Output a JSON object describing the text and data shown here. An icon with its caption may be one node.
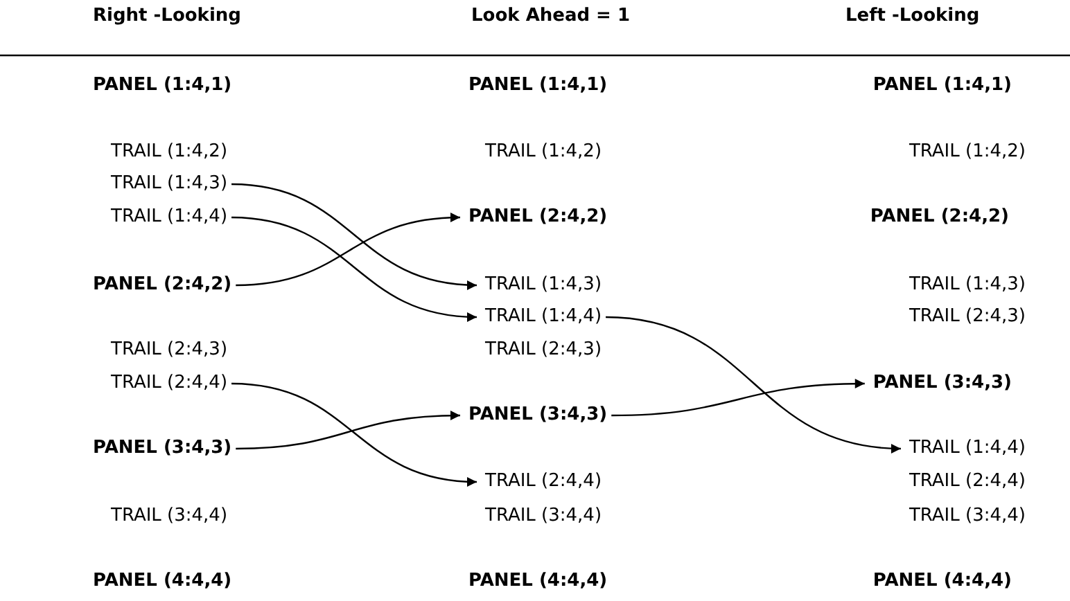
{
  "diagram": {
    "nodes": [
      {
        "text": [
          "PANEL (1:4,1)"
        ]
      },
      {
        "text": [
          "TRAIL (1:4,2)"
        ]
      },
      {
        "text": [
          "TRAIL (1:4,3)"
        ]
      },
      {
        "text": [
          "TRAIL (1:4,4)"
        ]
      },
      {
        "text": [
          "PANEL (2:4,2)"
        ]
      },
      {
        "text": [
          "TRAIL (2:4,3)"
        ]
      },
      {
        "text": [
          "TRAIL (2:4,4)"
        ]
      },
      {
        "text": [
          "PANEL (3:4,3)"
        ]
      },
      {
        "text": [
          "TRAIL (3:4,4)"
        ]
      },
      {
        "text": [
          "PANEL (4:4,4)"
        ]
      },
      {
        "text": [
          "PANEL (1:4,1)"
        ]
      },
      {
        "text": [
          "TRAIL (1:4,2)"
        ]
      },
      {
        "text": [
          "PANEL (2:4,2)"
        ]
      },
      {
        "text": [
          "TRAIL (1:4,3)"
        ]
      },
      {
        "text": [
          "TRAIL (1:4,4)"
        ]
      },
      {
        "text": [
          "TRAIL (2:4,3)"
        ]
      },
      {
        "text": [
          "PANEL (3:4,3)"
        ]
      },
      {
        "text": [
          "TRAIL (2:4,4)"
        ]
      },
      {
        "text": [
          "TRAIL (3:4,4)"
        ]
      },
      {
        "text": [
          "PANEL (4:4,4)"
        ]
      },
      {
        "text": [
          "PANEL (1:4,1)"
        ]
      },
      {
        "text": [
          "TRAIL (1:4,2)"
        ]
      },
      {
        "text": [
          "PANEL (2:4,2)"
        ]
      },
      {
        "text": [
          "TRAIL (1:4,3)"
        ]
      },
      {
        "text": [
          "TRAIL (2:4,3)"
        ]
      },
      {
        "text": [
          "PANEL (3:4,3)"
        ]
      },
      {
        "text": [
          "TRAIL (1:4,4)"
        ]
      },
      {
        "text": [
          "TRAIL (2:4,4)"
        ]
      },
      {
        "text": [
          "TRAIL (3:4,4)"
        ]
      },
      {
        "text": [
          "PANEL (4:4,4)"
        ]
      }
    ],
    "edges": [
      {
        "from": 2,
        "to": 13,
        "arrow": "to"
      },
      {
        "from": 3,
        "to": 14,
        "arrow": "to"
      },
      {
        "from": 4,
        "to": 12,
        "arrow": "to"
      },
      {
        "from": 6,
        "to": 17,
        "arrow": "to"
      },
      {
        "from": 7,
        "to": 16,
        "arrow": "to"
      },
      {
        "from": 14,
        "to": 26,
        "arrow": "to"
      },
      {
        "from": 16,
        "to": 25,
        "arrow": "to"
      }
    ],
    "labels": [
      "Right -Looking",
      "Look Ahead = 1",
      "Left -Looking"
    ]
  }
}
